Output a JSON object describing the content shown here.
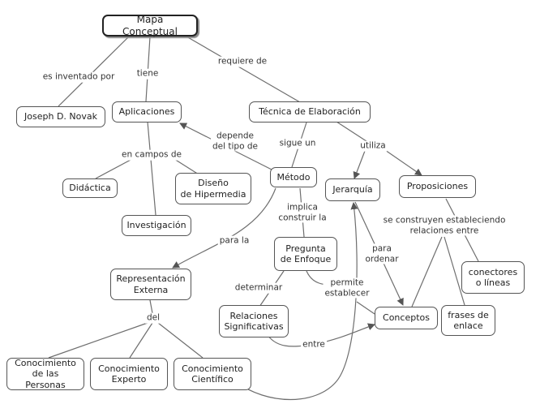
{
  "nodes": {
    "mapa": "Mapa Conceptual",
    "novak": "Joseph D. Novak",
    "aplicaciones": "Aplicaciones",
    "tecnica": "Técnica de Elaboración",
    "didactica": "Didáctica",
    "diseno_l1": "Diseño",
    "diseno_l2": "de Hipermedia",
    "investigacion": "Investigación",
    "metodo": "Método",
    "jerarquia": "Jerarquía",
    "proposiciones": "Proposiciones",
    "representacion_l1": "Representación",
    "representacion_l2": "Externa",
    "pregunta_l1": "Pregunta",
    "pregunta_l2": "de Enfoque",
    "conectores_l1": "conectores",
    "conectores_l2": "o líneas",
    "relaciones_l1": "Relaciones",
    "relaciones_l2": "Significativas",
    "conceptos": "Conceptos",
    "frases_l1": "frases de",
    "frases_l2": "enlace",
    "personas_l1": "Conocimiento",
    "personas_l2": "de las Personas",
    "experto_l1": "Conocimiento",
    "experto_l2": "Experto",
    "cientifico_l1": "Conocimiento",
    "cientifico_l2": "Científico"
  },
  "links": {
    "es_inventado_por": "es inventado por",
    "tiene": "tiene",
    "requiere_de": "requiere de",
    "depende_l1": "depende",
    "depende_l2": "del tipo de",
    "sigue_un": "sigue un",
    "utiliza": "utiliza",
    "en_campos_de": "en campos de",
    "implica_l1": "implica",
    "implica_l2": "construir la",
    "para_la": "para la",
    "se_construyen_l1": "se construyen estableciendo",
    "se_construyen_l2": "relaciones entre",
    "para_ordenar_l1": "para",
    "para_ordenar_l2": "ordenar",
    "determinar": "determinar",
    "permite_l1": "permite",
    "permite_l2": "establecer",
    "del": "del",
    "entre": "entre"
  },
  "colors": {
    "line": "#6e6e6e",
    "border": "#555555",
    "root_border": "#222222",
    "background": "#ffffff"
  }
}
